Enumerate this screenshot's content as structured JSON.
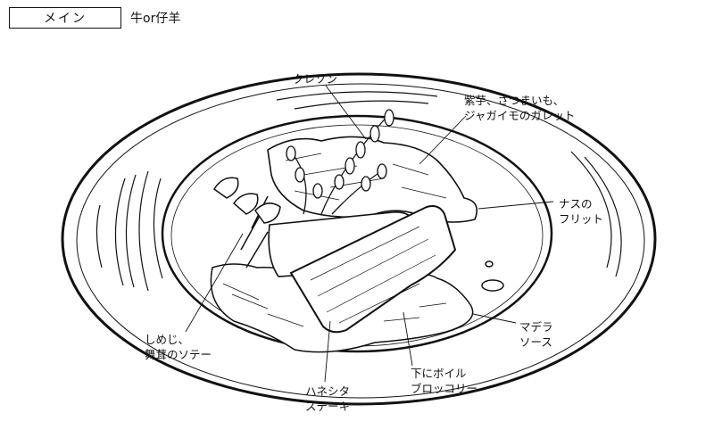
{
  "header": {
    "course_label": "メイン",
    "course_subtitle": "牛or仔羊"
  },
  "labels": {
    "cresson": "クレソン",
    "galette": "紫芋、さつまいも、\nジャガイモのガレット",
    "nasu": "ナスの\nフリット",
    "shimeji": "しめじ、\n舞茸のソテー",
    "steak": "ハネシタ\nステーキ",
    "broccoli": "下にボイル\nブロッコリー",
    "madeira": "マデラ\nソース"
  }
}
